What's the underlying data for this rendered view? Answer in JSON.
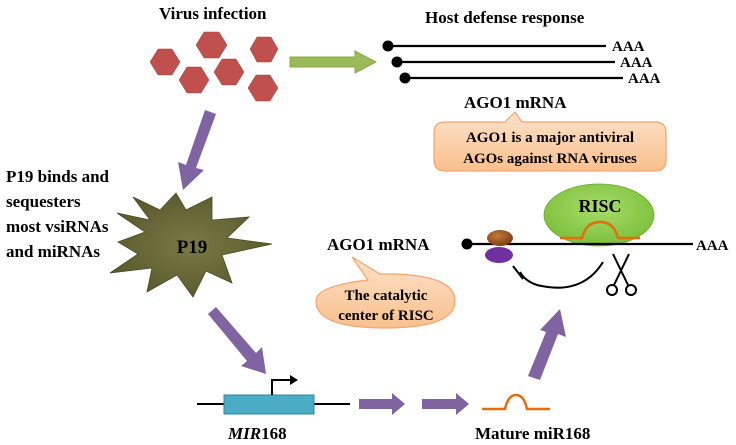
{
  "labels": {
    "virus_infection": "Virus infection",
    "host_defense": "Host defense response",
    "ago1_mrna_top": "AGO1 mRNA",
    "polya_1": "AAA",
    "polya_2": "AAA",
    "polya_3": "AAA",
    "callout_ago1_line1": "AGO1 is a major antiviral",
    "callout_ago1_line2": "AGOs against RNA viruses",
    "p19_desc_line1": "P19 binds and",
    "p19_desc_line2": "sequesters",
    "p19_desc_line3": "most vsiRNAs",
    "p19_desc_line4": "and miRNAs",
    "p19": "P19",
    "risc": "RISC",
    "ago1_mrna_right": "AGO1 mRNA",
    "polya_right": "AAA",
    "callout_catalytic_line1": "The catalytic",
    "callout_catalytic_line2": "center of RISC",
    "mir168_italic": "MIR",
    "mir168_num": "168",
    "mature_mir168": "Mature miR168"
  },
  "colors": {
    "virus": "#c0504d",
    "green_arrow": "#9bbb59",
    "purple_arrow": "#8064a2",
    "p19_star": "#6b6b3a",
    "callout_fill": "#fbcfa8",
    "callout_stroke": "#f4a46b",
    "risc_fill": "#92d050",
    "mirna": "#e46c0a",
    "gene_box": "#4bacc6",
    "protein_brown": "#8b4513",
    "protein_purple": "#7030a0"
  }
}
